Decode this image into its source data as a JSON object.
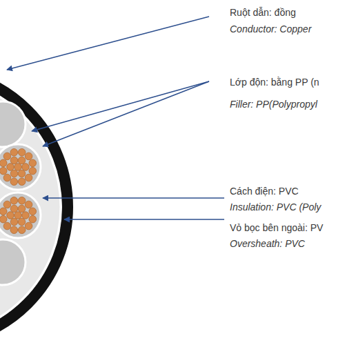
{
  "diagram": {
    "labels": [
      "Ruột dẫn: đồng",
      "Conductor: Copper",
      "Lớp độn: bằng PP (n",
      "Filler: PP(Polypropyl",
      "Cách điện: PVC",
      "Insulation: PVC (Poly",
      "Vỏ bọc bên ngoài: PV",
      "Oversheath: PVC"
    ]
  }
}
